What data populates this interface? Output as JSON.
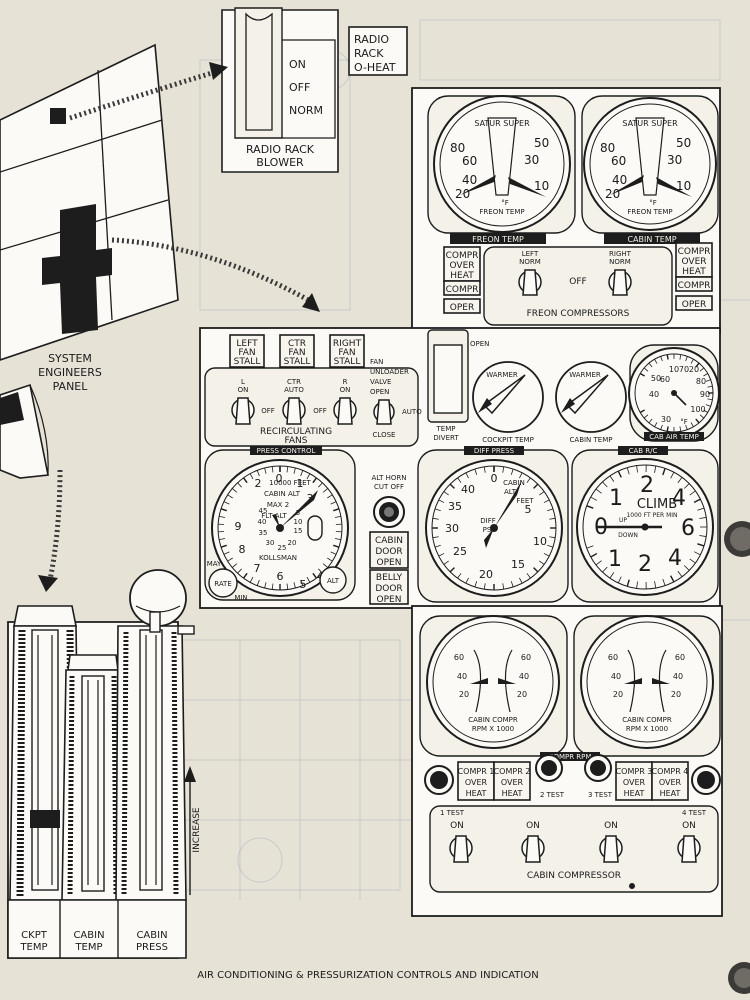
{
  "radio_rack": {
    "switch_positions": [
      "ON",
      "OFF",
      "NORM"
    ],
    "blower_label": [
      "RADIO RACK",
      "BLOWER"
    ],
    "overheat_light": [
      "RADIO",
      "RACK",
      "O-HEAT"
    ]
  },
  "system_engineers_panel": [
    "SYSTEM",
    "ENGINEERS",
    "PANEL"
  ],
  "freon_panel": {
    "gauges": [
      {
        "title": "SATUR SUPER",
        "left_scale": [
          "80",
          "60",
          "40",
          "20"
        ],
        "right_scale": [
          "50",
          "30",
          "10"
        ],
        "units": "°F",
        "caption": "FREON TEMP"
      },
      {
        "title": "SATUR SUPER",
        "left_scale": [
          "80",
          "60",
          "40",
          "20"
        ],
        "right_scale": [
          "50",
          "30",
          "10"
        ],
        "units": "°F",
        "caption": "FREON TEMP"
      }
    ],
    "band_left": "FREON TEMP",
    "band_right": "CABIN TEMP",
    "left_lights": [
      [
        "COMPR",
        "OVER",
        "HEAT"
      ],
      [
        "COMPR"
      ],
      [
        "OPER"
      ]
    ],
    "right_lights": [
      [
        "COMPR",
        "OVER",
        "HEAT"
      ],
      [
        "COMPR"
      ],
      [
        "OPER"
      ]
    ],
    "left_switch": [
      "LEFT",
      "NORM"
    ],
    "right_switch": [
      "RIGHT",
      "NORM"
    ],
    "off_label": "OFF",
    "section_label": "FREON COMPRESSORS"
  },
  "fan_panel": {
    "stall_lights": [
      [
        "LEFT",
        "FAN",
        "STALL"
      ],
      [
        "CTR",
        "FAN",
        "STALL"
      ],
      [
        "RIGHT",
        "FAN",
        "STALL"
      ]
    ],
    "switches": [
      {
        "label": [
          "L",
          "ON"
        ]
      },
      {
        "label": [
          "CTR",
          "AUTO"
        ]
      },
      {
        "label": [
          "R",
          "ON"
        ]
      }
    ],
    "off_labels": [
      "OFF",
      "OFF"
    ],
    "recirc_label": [
      "RECIRCULATING",
      "FANS"
    ],
    "unloader": [
      "FAN",
      "UNLOADER",
      "VALVE",
      "OPEN"
    ],
    "close_label": "CLOSE",
    "auto_label": "AUTO",
    "open_label": "OPEN",
    "temp_divert": [
      "TEMP",
      "DIVERT"
    ],
    "warmer_labels": [
      "WARMER",
      "WARMER"
    ],
    "cockpit_temp": "COCKPIT TEMP",
    "cabin_temp": "CABIN TEMP",
    "cab_air_gauge": {
      "ticks": [
        "10",
        "20",
        "30",
        "40",
        "50",
        "60",
        "70",
        "80",
        "90",
        "100"
      ],
      "units": "°F",
      "band": "CAB AIR TEMP"
    }
  },
  "pressure_panel": {
    "press_band": "PRESS CONTROL",
    "press_dial": {
      "numbers": [
        "0",
        "1",
        "2",
        "3",
        "4",
        "5",
        "6",
        "7",
        "8",
        "9"
      ],
      "caption": [
        "10000 FEET",
        "CABIN ALT",
        "MAX 2",
        "FLT ALT",
        "KOLLSMAN"
      ],
      "inner": [
        "5",
        "10",
        "15",
        "20",
        "25",
        "30",
        "35",
        "40",
        "45"
      ],
      "may": "MAY",
      "rate": "RATE",
      "min": "MIN",
      "alt": "ALT"
    },
    "alt_horn": [
      "ALT HORN",
      "CUT OFF"
    ],
    "cabin_door": [
      "CABIN",
      "DOOR",
      "OPEN"
    ],
    "belly_door": [
      "BELLY",
      "DOOR",
      "OPEN"
    ],
    "diff_band": "DIFF PRESS",
    "diff_dial": {
      "outer": [
        "0",
        "5",
        "10",
        "15",
        "20",
        "25",
        "30",
        "35",
        "40"
      ],
      "caption": [
        "CABIN",
        "ALT",
        "FEET",
        "DIFF",
        "PSI"
      ]
    },
    "roc_band": "CAB R/C",
    "roc_dial": {
      "numbers": [
        "1",
        "2",
        "4",
        "6",
        "4",
        "2",
        "1"
      ],
      "zero": "0",
      "caption": [
        "CLIMB",
        "1000 FT PER MIN",
        "UP",
        "DOWN"
      ]
    }
  },
  "cabin_compressor_panel": {
    "gauges": [
      {
        "left_scale": [
          "60",
          "40",
          "20"
        ],
        "right_scale": [
          "60",
          "40",
          "20"
        ],
        "caption": [
          "CABIN COMPR",
          "RPM X 1000"
        ]
      },
      {
        "left_scale": [
          "60",
          "40",
          "20"
        ],
        "right_scale": [
          "60",
          "40",
          "20"
        ],
        "caption": [
          "CABIN COMPR",
          "RPM X 1000"
        ]
      }
    ],
    "band": "COMPR RPM",
    "overheat_lights": [
      [
        "COMPR 1",
        "OVER",
        "HEAT"
      ],
      [
        "COMPR 2",
        "OVER",
        "HEAT"
      ],
      [
        "COMPR 3",
        "OVER",
        "HEAT"
      ],
      [
        "COMPR 4",
        "OVER",
        "HEAT"
      ]
    ],
    "test_labels": [
      "1 TEST",
      "2 TEST",
      "3 TEST",
      "4 TEST"
    ],
    "switch_labels": [
      "ON",
      "ON",
      "ON",
      "ON"
    ],
    "section_label": "CABIN COMPRESSOR"
  },
  "levers": {
    "labels": [
      [
        "CKPT",
        "TEMP"
      ],
      [
        "CABIN",
        "TEMP"
      ],
      [
        "CABIN",
        "PRESS"
      ]
    ],
    "increase": "INCREASE"
  },
  "caption": "AIR CONDITIONING & PRESSURIZATION CONTROLS AND INDICATION"
}
